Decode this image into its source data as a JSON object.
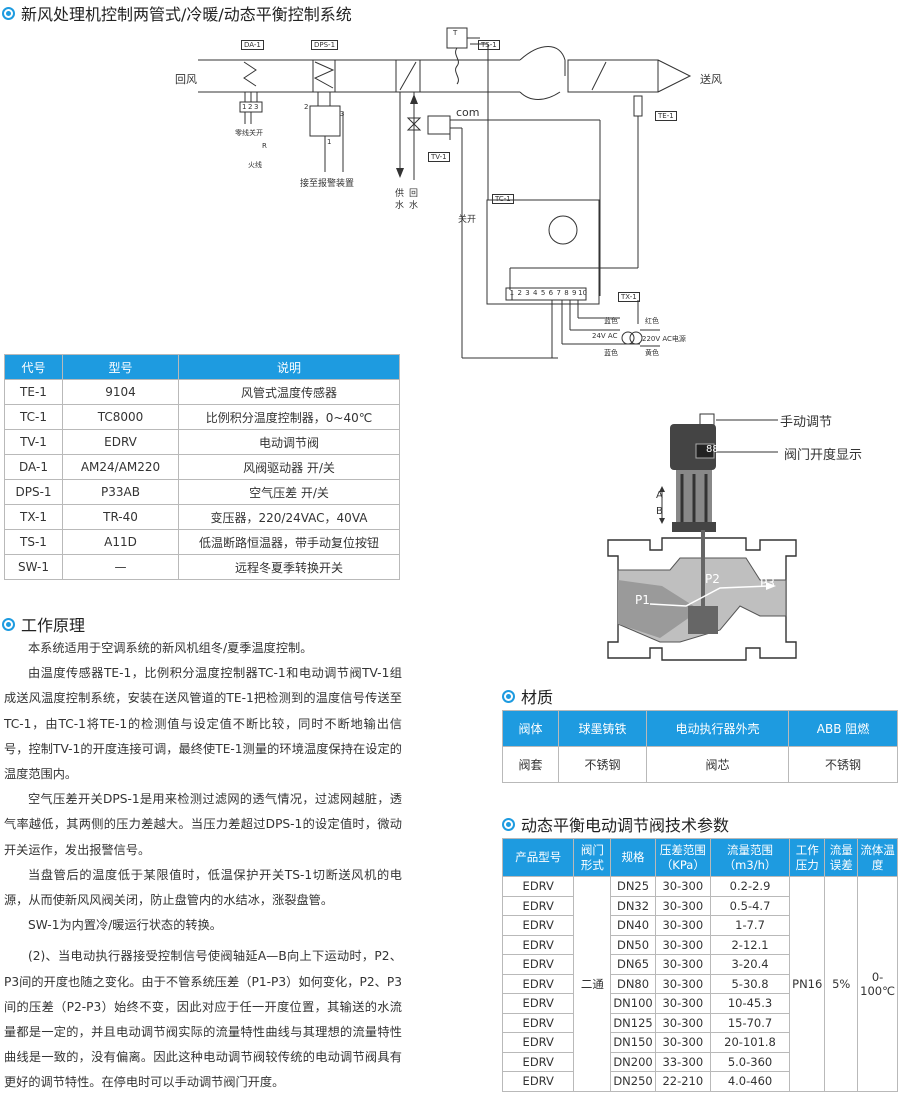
{
  "title": "新风处理机控制两管式/冷暖/动态平衡控制系统",
  "diagram": {
    "return_air": "回风",
    "supply_air": "送风",
    "da1": "DA-1",
    "dps1": "DPS-1",
    "ts1": "TS-1",
    "te1": "TE-1",
    "tv1": "TV-1",
    "tc1": "TC-1",
    "tx1": "TX-1",
    "t": "T",
    "com": "com",
    "zero_switch": "零线关开",
    "live": "火线",
    "r": "R",
    "alarm": "接至报警装置",
    "supply_water": "供水",
    "return_water": "回水",
    "switch": "关开",
    "terminals": [
      "1",
      "2",
      "3",
      "4",
      "5",
      "6",
      "7",
      "8",
      "9",
      "10"
    ],
    "blue1": "蓝色",
    "red": "红色",
    "v24": "24V AC",
    "v220": "220V AC电源",
    "blue2": "蓝色",
    "yellow": "黄色",
    "dps_pins": [
      "2",
      "3",
      "1"
    ],
    "da_pins": [
      "1",
      "2",
      "3"
    ]
  },
  "components": {
    "headers": [
      "代号",
      "型号",
      "说明"
    ],
    "rows": [
      [
        "TE-1",
        "9104",
        "风管式温度传感器"
      ],
      [
        "TC-1",
        "TC8000",
        "比例积分温度控制器，0~40℃"
      ],
      [
        "TV-1",
        "EDRV",
        "电动调节阀"
      ],
      [
        "DA-1",
        "AM24/AM220",
        "风阀驱动器 开/关"
      ],
      [
        "DPS-1",
        "P33AB",
        "空气压差 开/关"
      ],
      [
        "TX-1",
        "TR-40",
        "变压器，220/24VAC，40VA"
      ],
      [
        "TS-1",
        "A11D",
        "低温断路恒温器，带手动复位按钮"
      ],
      [
        "SW-1",
        "—",
        "远程冬夏季转换开关"
      ]
    ]
  },
  "valve": {
    "manual": "手动调节",
    "display_label": "阀门开度显示",
    "display_value": "88",
    "a": "A",
    "b": "B",
    "p1": "P1",
    "p2": "P2",
    "p3": "P3"
  },
  "principle": {
    "title": "工作原理",
    "paragraphs": [
      "本系统适用于空调系统的新风机组冬/夏季温度控制。",
      "由温度传感器TE-1，比例积分温度控制器TC-1和电动调节阀TV-1组成送风温度控制系统，安装在送风管道的TE-1把检测到的温度信号传送至TC-1，由TC-1将TE-1的检测值与设定值不断比较，同时不断地输出信号，控制TV-1的开度连接可调，最终使TE-1测量的环境温度保持在设定的温度范围内。",
      "空气压差开关DPS-1是用来检测过滤网的透气情况，过滤网越脏，透气率越低，其两侧的压力差越大。当压力差超过DPS-1的设定值时，微动开关运作，发出报警信号。",
      "当盘管后的温度低于某限值时，低温保护开关TS-1切断送风机的电源，从而使新风风阀关闭，防止盘管内的水结冰，涨裂盘管。",
      "SW-1为内置冷/暖运行状态的转换。",
      "(2)、当电动执行器接受控制信号使阀轴延A—B向上下运动时，P2、P3间的开度也随之变化。由于不管系统压差（P1-P3）如何变化，P2、P3间的压差（P2-P3）始终不变，因此对应于任一开度位置，其输送的水流量都是一定的，并且电动调节阀实际的流量特性曲线与其理想的流量特性曲线是一致的，没有偏离。因此这种电动调节阀较传统的电动调节阀具有更好的调节特性。在停电时可以手动调节阀门开度。"
    ]
  },
  "material": {
    "title": "材质",
    "headers": [
      "阀体",
      "球墨铸铁",
      "电动执行器外壳",
      "ABB 阻燃"
    ],
    "row": [
      "阀套",
      "不锈钢",
      "阀芯",
      "不锈钢"
    ]
  },
  "tech": {
    "title": "动态平衡电动调节阀技术参数",
    "headers": [
      "产品型号",
      "阀门形式",
      "规格",
      "压差范围（KPa）",
      "流量范围（m3/h）",
      "工作压力",
      "流量误差",
      "流体温度"
    ],
    "form": "二通",
    "pressure": "PN16",
    "error": "5%",
    "temp": "0-100℃",
    "rows": [
      [
        "EDRV",
        "DN25",
        "30-300",
        "0.2-2.9"
      ],
      [
        "EDRV",
        "DN32",
        "30-300",
        "0.5-4.7"
      ],
      [
        "EDRV",
        "DN40",
        "30-300",
        "1-7.7"
      ],
      [
        "EDRV",
        "DN50",
        "30-300",
        "2-12.1"
      ],
      [
        "EDRV",
        "DN65",
        "30-300",
        "3-20.4"
      ],
      [
        "EDRV",
        "DN80",
        "30-300",
        "5-30.8"
      ],
      [
        "EDRV",
        "DN100",
        "30-300",
        "10-45.3"
      ],
      [
        "EDRV",
        "DN125",
        "30-300",
        "15-70.7"
      ],
      [
        "EDRV",
        "DN150",
        "30-300",
        "20-101.8"
      ],
      [
        "EDRV",
        "DN200",
        "33-300",
        "5.0-360"
      ],
      [
        "EDRV",
        "DN250",
        "22-210",
        "4.0-460"
      ]
    ]
  }
}
